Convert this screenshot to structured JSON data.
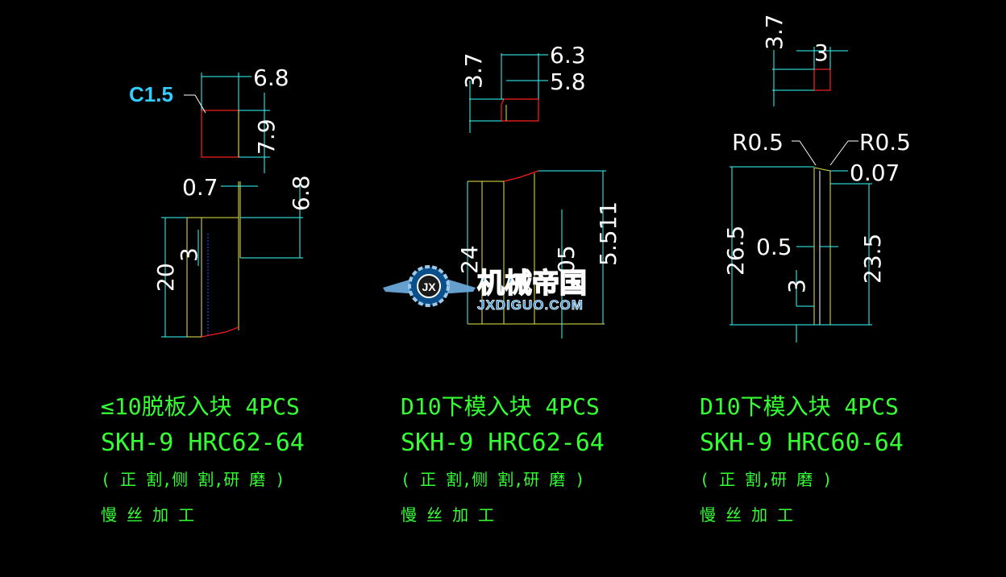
{
  "colors": {
    "background": "#000000",
    "dimension_text": "#ffffff",
    "dimension_lines": "#33ffff",
    "outline": "#e6e64c",
    "cut_edge": "#ff2020",
    "notes": "#33ff33",
    "chamfer_label": "#33ccff",
    "logo_blue": "#2a8fd6"
  },
  "left_part": {
    "chamfer": "C1.5",
    "dims": [
      "6.8",
      "7.9",
      "0.7",
      "6.8",
      "20",
      "3"
    ],
    "notes": {
      "line1": "≤10脱板入块 4PCS",
      "line2": "SKH-9 HRC62-64",
      "line3": "( 正 割,侧 割,研 磨 )",
      "line4": "慢 丝 加 工"
    }
  },
  "middle_part": {
    "dims": [
      "3.7",
      "6.3",
      "5.8",
      "24",
      "05",
      "5.511"
    ],
    "notes": {
      "line1": "D10下模入块 4PCS",
      "line2": "SKH-9 HRC62-64",
      "line3": "( 正 割,侧 割,研 磨 )",
      "line4": "慢 丝 加 工"
    }
  },
  "right_part": {
    "dims": [
      "3.7",
      "3",
      "R0.5",
      "R0.5",
      "0.07",
      "26.5",
      "0.5",
      "3",
      "23.5"
    ],
    "notes": {
      "line1": "D10下模入块 4PCS",
      "line2": "SKH-9 HRC60-64",
      "line3": "( 正 割,研 磨 )",
      "line4": "慢 丝 加 工"
    }
  },
  "watermark": {
    "title": "机械帝国",
    "url": "JXDIGUO.COM",
    "emblem_text": "JX",
    "icon": "winged-gear-icon"
  }
}
